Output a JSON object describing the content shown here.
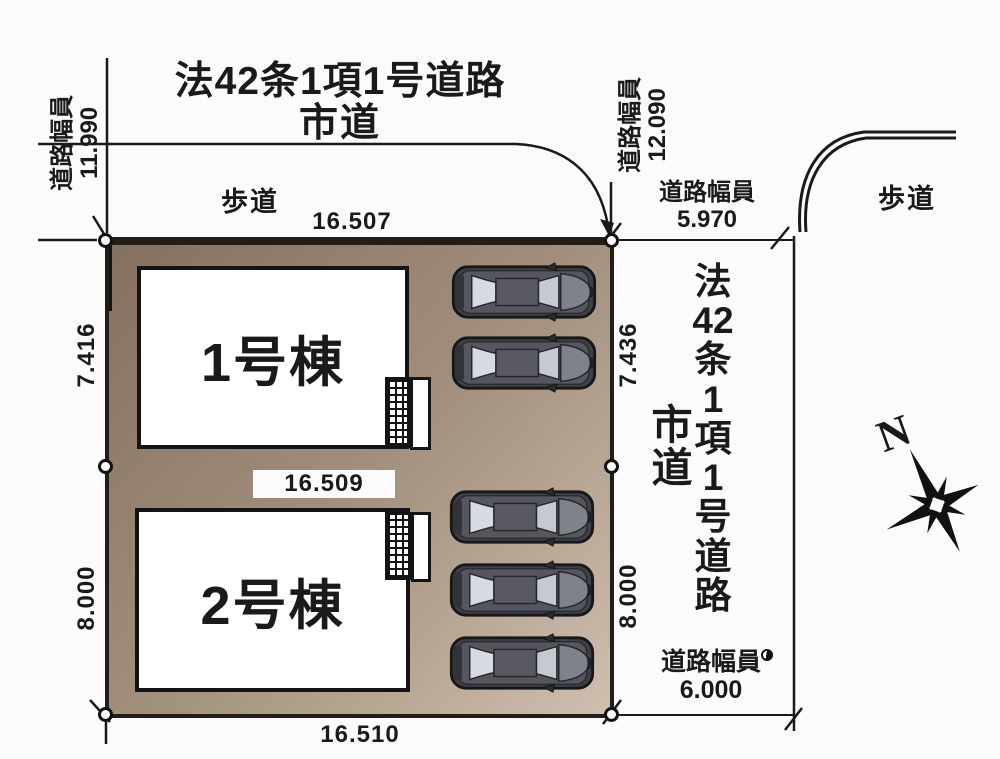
{
  "title": {
    "line1": "法42条1項1号道路",
    "line2": "市道"
  },
  "top_road": {
    "sidewalk": "歩道",
    "width_label": "道路幅員",
    "width_value": "11.990"
  },
  "right_top_road": {
    "width_label": "道路幅員",
    "width_value": "12.090"
  },
  "right_road": {
    "name_chars": [
      "法",
      "42",
      "条",
      "1",
      "項",
      "1",
      "号",
      "道",
      "路"
    ],
    "type_chars": [
      "市",
      "道"
    ],
    "sidewalk": "歩道",
    "width_label_top": "道路幅員",
    "width_value_top": "5.970",
    "width_label_bottom": "道路幅員",
    "width_value_bottom": "6.000"
  },
  "site": {
    "top_width": "16.507",
    "middle_width": "16.509",
    "bottom_width": "16.510",
    "lot1": {
      "building": "1号棟",
      "left_depth": "7.416",
      "right_depth": "7.436",
      "cars": 2
    },
    "lot2": {
      "building": "2号棟",
      "left_depth": "8.000",
      "right_depth": "8.000",
      "cars": 3
    }
  },
  "compass": {
    "north": "N"
  },
  "colors": {
    "site_fill_dark": "#84705f",
    "site_fill_light": "#cfbfae",
    "line": "#1a1a1a",
    "car_body": "#404147",
    "building_fill": "#ffffff"
  }
}
